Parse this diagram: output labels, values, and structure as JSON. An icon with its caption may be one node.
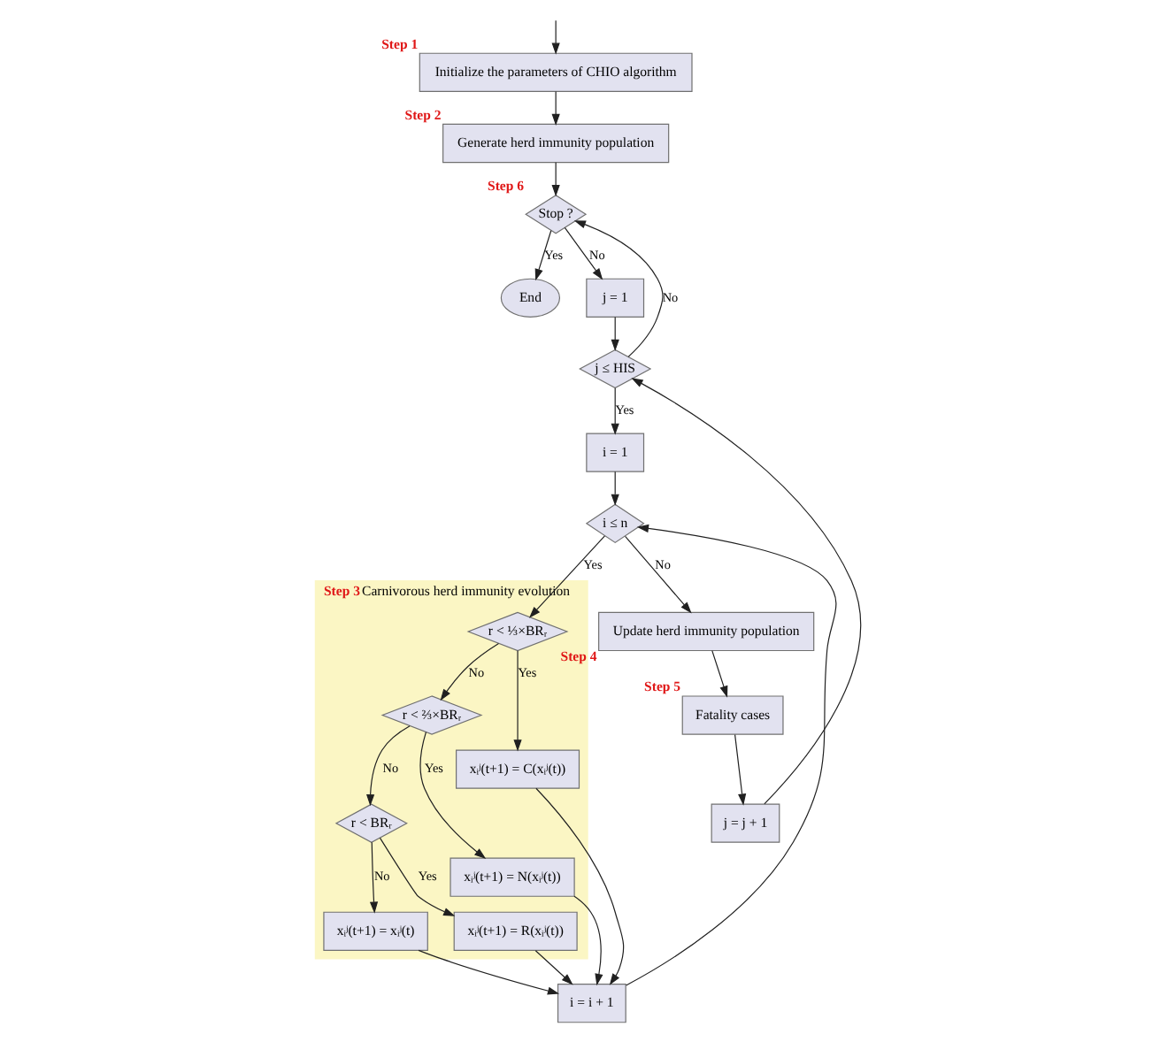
{
  "diagram": {
    "nodes": [
      {
        "text": [
          "Initialize the parameters of CHIO algorithm"
        ],
        "beside": [
          "Step 1"
        ]
      },
      {
        "text": [
          "Generate herd immunity population"
        ],
        "beside": [
          "Step 2"
        ]
      },
      {
        "text": [
          "Stop ?"
        ],
        "beside": [
          "Step 6"
        ]
      },
      {
        "text": [
          "End"
        ]
      },
      {
        "text": [
          "j = 1"
        ]
      },
      {
        "text": [
          "j ≤ HIS"
        ]
      },
      {
        "text": [
          "i = 1"
        ]
      },
      {
        "text": [
          "i ≤ n"
        ]
      },
      {
        "text": [
          "Step 3",
          "Carnivorous herd immunity evolution"
        ]
      },
      {
        "text": [
          "r < ⅓×BRᵣ"
        ],
        "in": 8
      },
      {
        "text": [
          "r < ⅔×BRᵣ"
        ],
        "in": 8
      },
      {
        "text": [
          "r < BRᵣ"
        ],
        "in": 8
      },
      {
        "text": [
          "xᵢʲ(t+1) = xᵢʲ(t)"
        ],
        "in": 8
      },
      {
        "text": [
          "xᵢʲ(t+1) = R(xᵢʲ(t))"
        ],
        "in": 8
      },
      {
        "text": [
          "xᵢʲ(t+1) = N(xᵢʲ(t))"
        ],
        "in": 8
      },
      {
        "text": [
          "xᵢʲ(t+1) = C(xᵢʲ(t))"
        ],
        "in": 8
      },
      {
        "text": [
          "i = i + 1"
        ]
      },
      {
        "text": [
          "Update herd immunity population"
        ],
        "beside": [
          "Step 4"
        ]
      },
      {
        "text": [
          "Fatality cases"
        ],
        "beside": [
          "Step 5"
        ]
      },
      {
        "text": [
          "j = j + 1"
        ]
      }
    ],
    "edges": [
      {
        "from": null,
        "to": 0,
        "arrow": "to"
      },
      {
        "from": 0,
        "to": 1,
        "arrow": "to"
      },
      {
        "from": 1,
        "to": 2,
        "arrow": "to"
      },
      {
        "from": 2,
        "to": 3,
        "arrow": "to",
        "label": "Yes"
      },
      {
        "from": 2,
        "to": 4,
        "arrow": "to",
        "label": "No"
      },
      {
        "from": 4,
        "to": 5,
        "arrow": "to"
      },
      {
        "from": 5,
        "to": 6,
        "arrow": "to",
        "label": "Yes"
      },
      {
        "from": 5,
        "to": 2,
        "arrow": "to",
        "label": "No"
      },
      {
        "from": 6,
        "to": 7,
        "arrow": "to"
      },
      {
        "from": 7,
        "to": 9,
        "arrow": "to",
        "label": "Yes"
      },
      {
        "from": 9,
        "to": 15,
        "arrow": "to",
        "label": "Yes"
      },
      {
        "from": 9,
        "to": 10,
        "arrow": "to",
        "label": "No"
      },
      {
        "from": 10,
        "to": 14,
        "arrow": "to",
        "label": "Yes"
      },
      {
        "from": 10,
        "to": 11,
        "arrow": "to",
        "label": "No"
      },
      {
        "from": 11,
        "to": 13,
        "arrow": "to",
        "label": "Yes"
      },
      {
        "from": 11,
        "to": 12,
        "arrow": "to",
        "label": "No"
      },
      {
        "from": 12,
        "to": 16,
        "arrow": "to"
      },
      {
        "from": 13,
        "to": 16,
        "arrow": "to"
      },
      {
        "from": 14,
        "to": 16,
        "arrow": "to"
      },
      {
        "from": 15,
        "to": 16,
        "arrow": "to"
      },
      {
        "from": 16,
        "to": 7,
        "arrow": "to"
      },
      {
        "from": 7,
        "to": 17,
        "arrow": "to",
        "label": "No"
      },
      {
        "from": 17,
        "to": 18,
        "arrow": "to"
      },
      {
        "from": 18,
        "to": 19,
        "arrow": "to"
      },
      {
        "from": 19,
        "to": 5,
        "arrow": "to"
      }
    ]
  }
}
